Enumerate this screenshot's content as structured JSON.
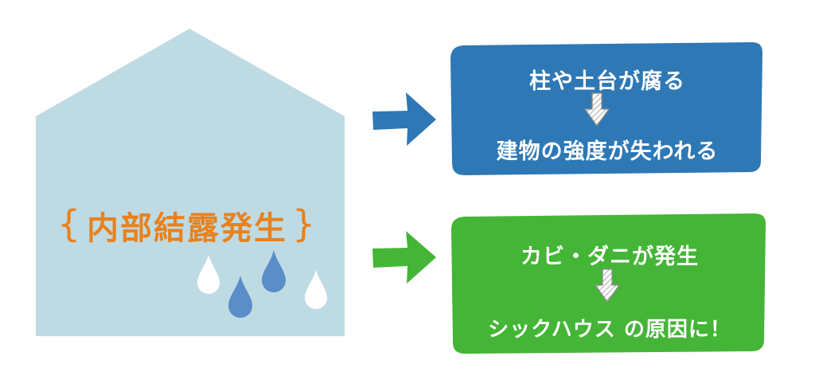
{
  "house": {
    "title": "内部結露発生",
    "brace_left": "{",
    "brace_right": "}"
  },
  "box_top": {
    "line1": "柱や土台が腐る",
    "line2": "建物の強度が失われる",
    "color": "#2e78b5"
  },
  "box_bottom": {
    "line1": "カビ・ダニが発生",
    "line2": "シックハウス の原因に！",
    "color": "#44b536"
  },
  "colors": {
    "house": "#bedbe4",
    "title": "#e8821e",
    "drop_blue": "#5b8ec8",
    "drop_white": "#ffffff"
  }
}
